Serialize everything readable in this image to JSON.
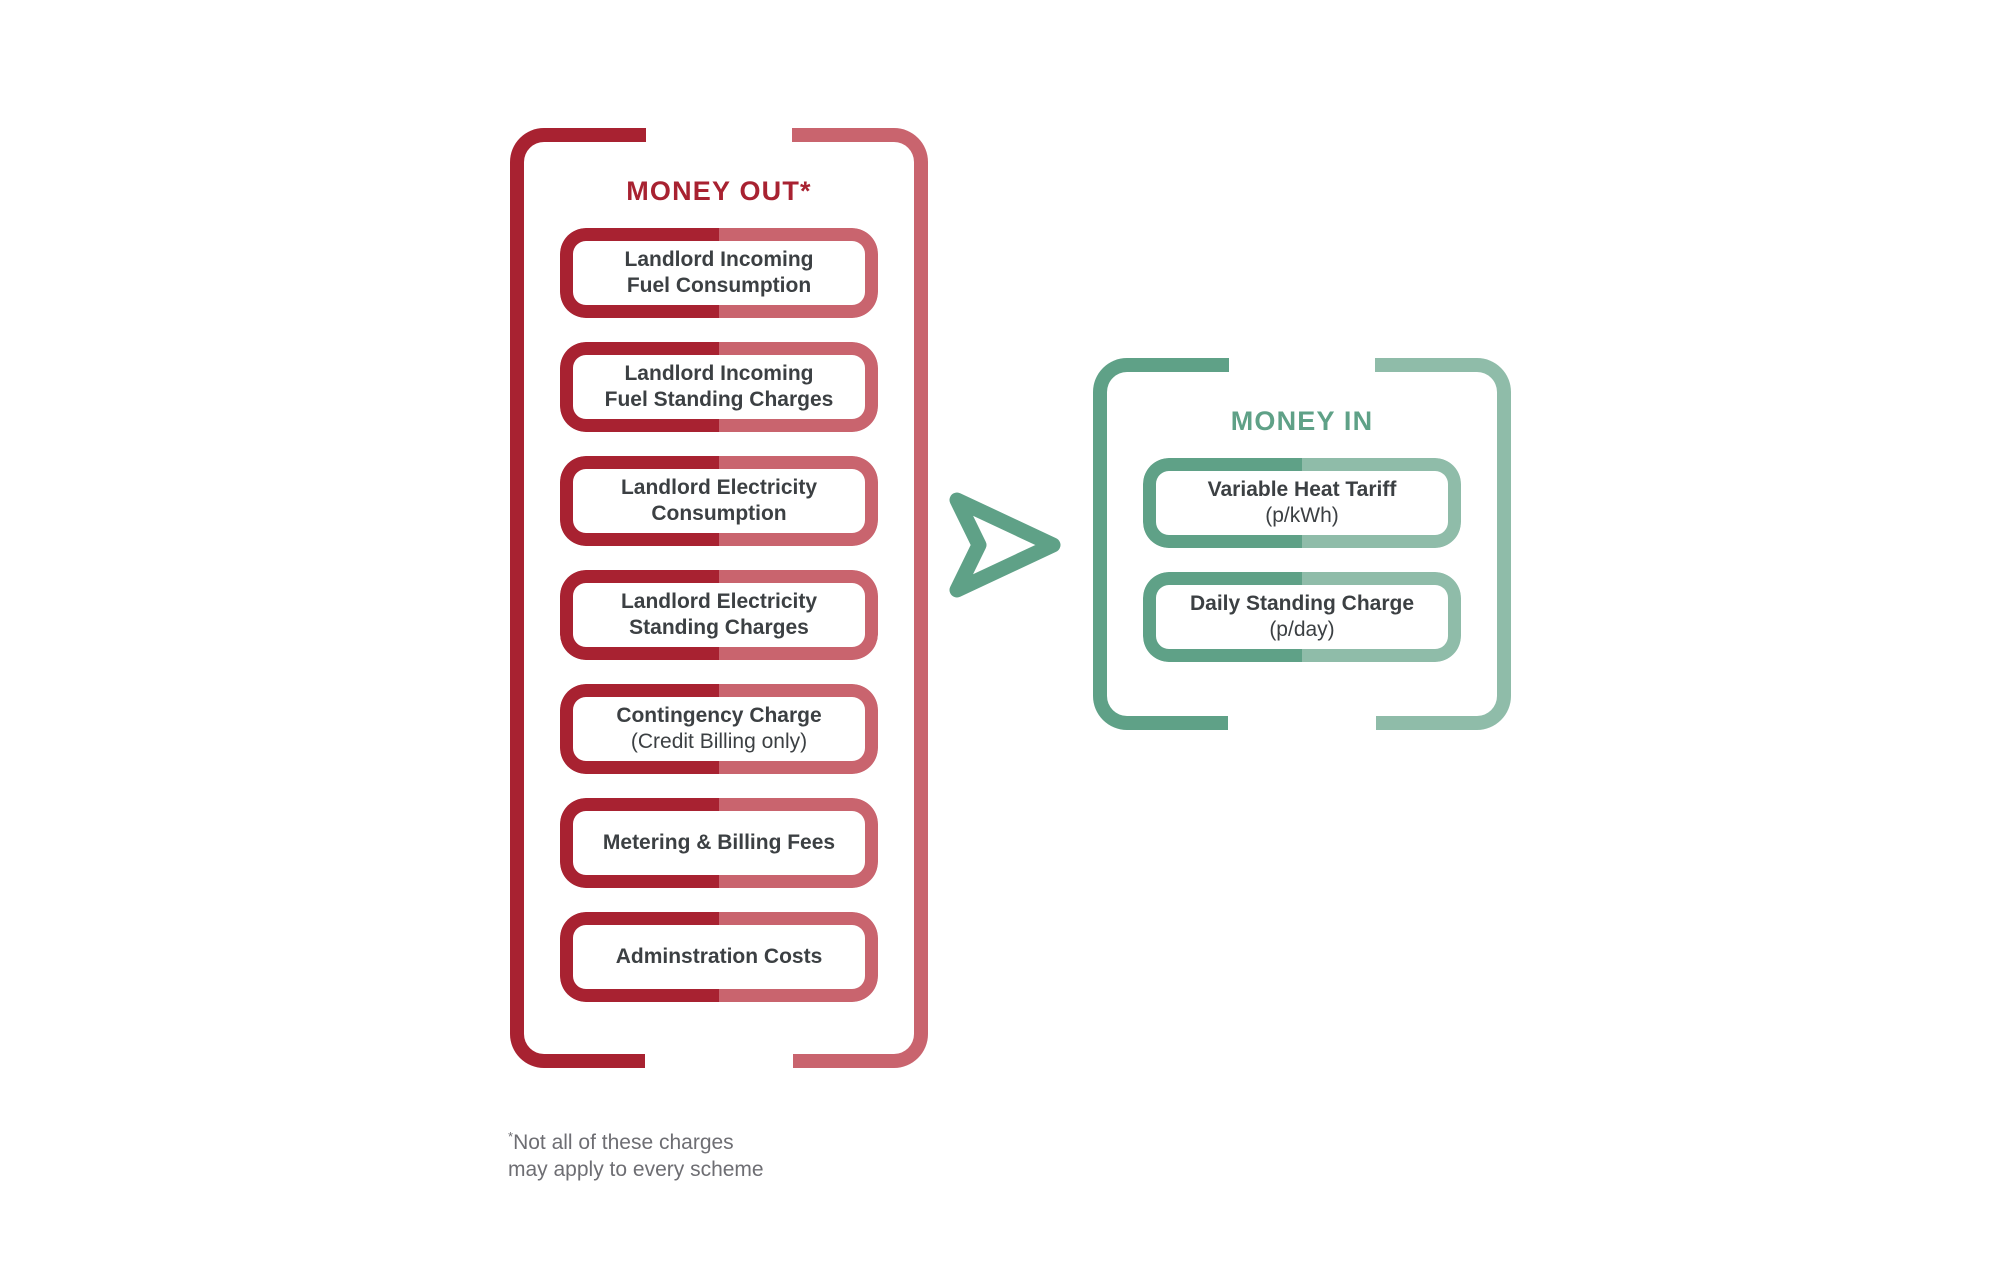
{
  "colors": {
    "red_dark": "#A82231",
    "red_light": "#C9646E",
    "green_dark": "#5FA187",
    "green_light": "#8FBCA9",
    "text": "#3C4043",
    "footnote_text": "#6E6E73",
    "background": "#FFFFFF"
  },
  "money_out": {
    "title": "MONEY OUT",
    "title_marker": "*",
    "items": [
      {
        "label": "Landlord Incoming\nFuel Consumption",
        "sub": ""
      },
      {
        "label": "Landlord Incoming\nFuel Standing Charges",
        "sub": ""
      },
      {
        "label": "Landlord Electricity\nConsumption",
        "sub": ""
      },
      {
        "label": "Landlord Electricity\nStanding Charges",
        "sub": ""
      },
      {
        "label": "Contingency Charge",
        "sub": "(Credit Billing only)"
      },
      {
        "label": "Metering & Billing Fees",
        "sub": ""
      },
      {
        "label": "Adminstration Costs",
        "sub": ""
      }
    ]
  },
  "money_in": {
    "title": "MONEY IN",
    "items": [
      {
        "label": "Variable Heat Tariff",
        "sub": "(p/kWh)"
      },
      {
        "label": "Daily Standing Charge",
        "sub": "(p/day)"
      }
    ]
  },
  "arrow": {
    "icon": "arrow-right-chevron-icon",
    "direction": "right"
  },
  "footnote": {
    "marker": "*",
    "text": "Not all of these charges\nmay apply to every scheme"
  }
}
